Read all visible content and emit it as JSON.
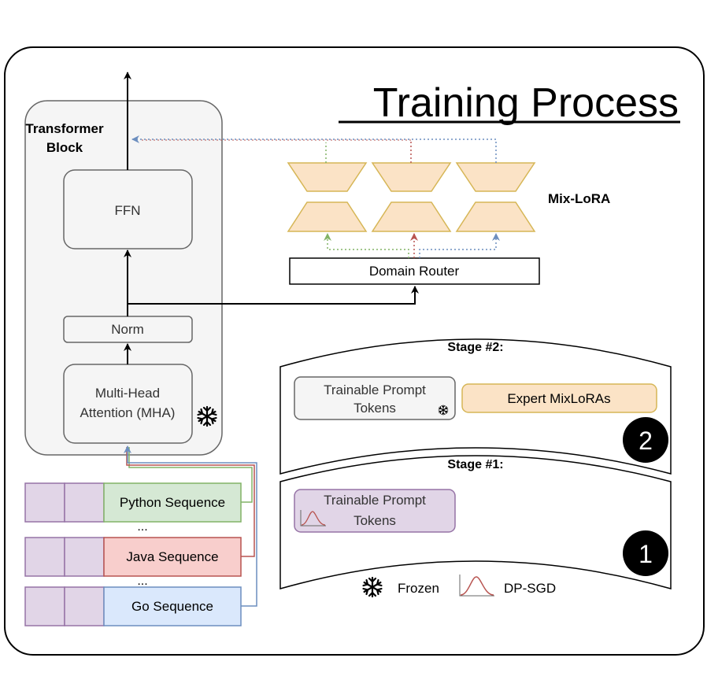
{
  "title": "Training Process",
  "transformer": {
    "label_line1": "Transformer",
    "label_line2": "Block",
    "ffn": "FFN",
    "norm": "Norm",
    "mha_line1": "Multi-Head",
    "mha_line2": "Attention (MHA)"
  },
  "mixlora": {
    "label": "Mix-LoRA",
    "router": "Domain Router"
  },
  "sequences": {
    "python": "Python Sequence",
    "java": "Java Sequence",
    "go": "Go Sequence",
    "ellipsis1": "...",
    "ellipsis2": "..."
  },
  "stages": {
    "stage2_title": "Stage #2:",
    "stage2_prompt_line1": "Trainable Prompt",
    "stage2_prompt_line2": "Tokens",
    "stage2_experts": "Expert MixLoRAs",
    "stage2_badge": "2",
    "stage1_title": "Stage #1:",
    "stage1_prompt_line1": "Trainable Prompt",
    "stage1_prompt_line2": "Tokens",
    "stage1_badge": "1"
  },
  "legend": {
    "frozen": "Frozen",
    "dpsgd": "DP-SGD"
  },
  "colors": {
    "green": "#82b366",
    "red": "#b85450",
    "blue": "#6c8ebf",
    "lora_fill": "#fbe3c6",
    "lora_stroke": "#d6b656",
    "purple_fill": "#e1d5e7",
    "purple_stroke": "#9673a6"
  }
}
